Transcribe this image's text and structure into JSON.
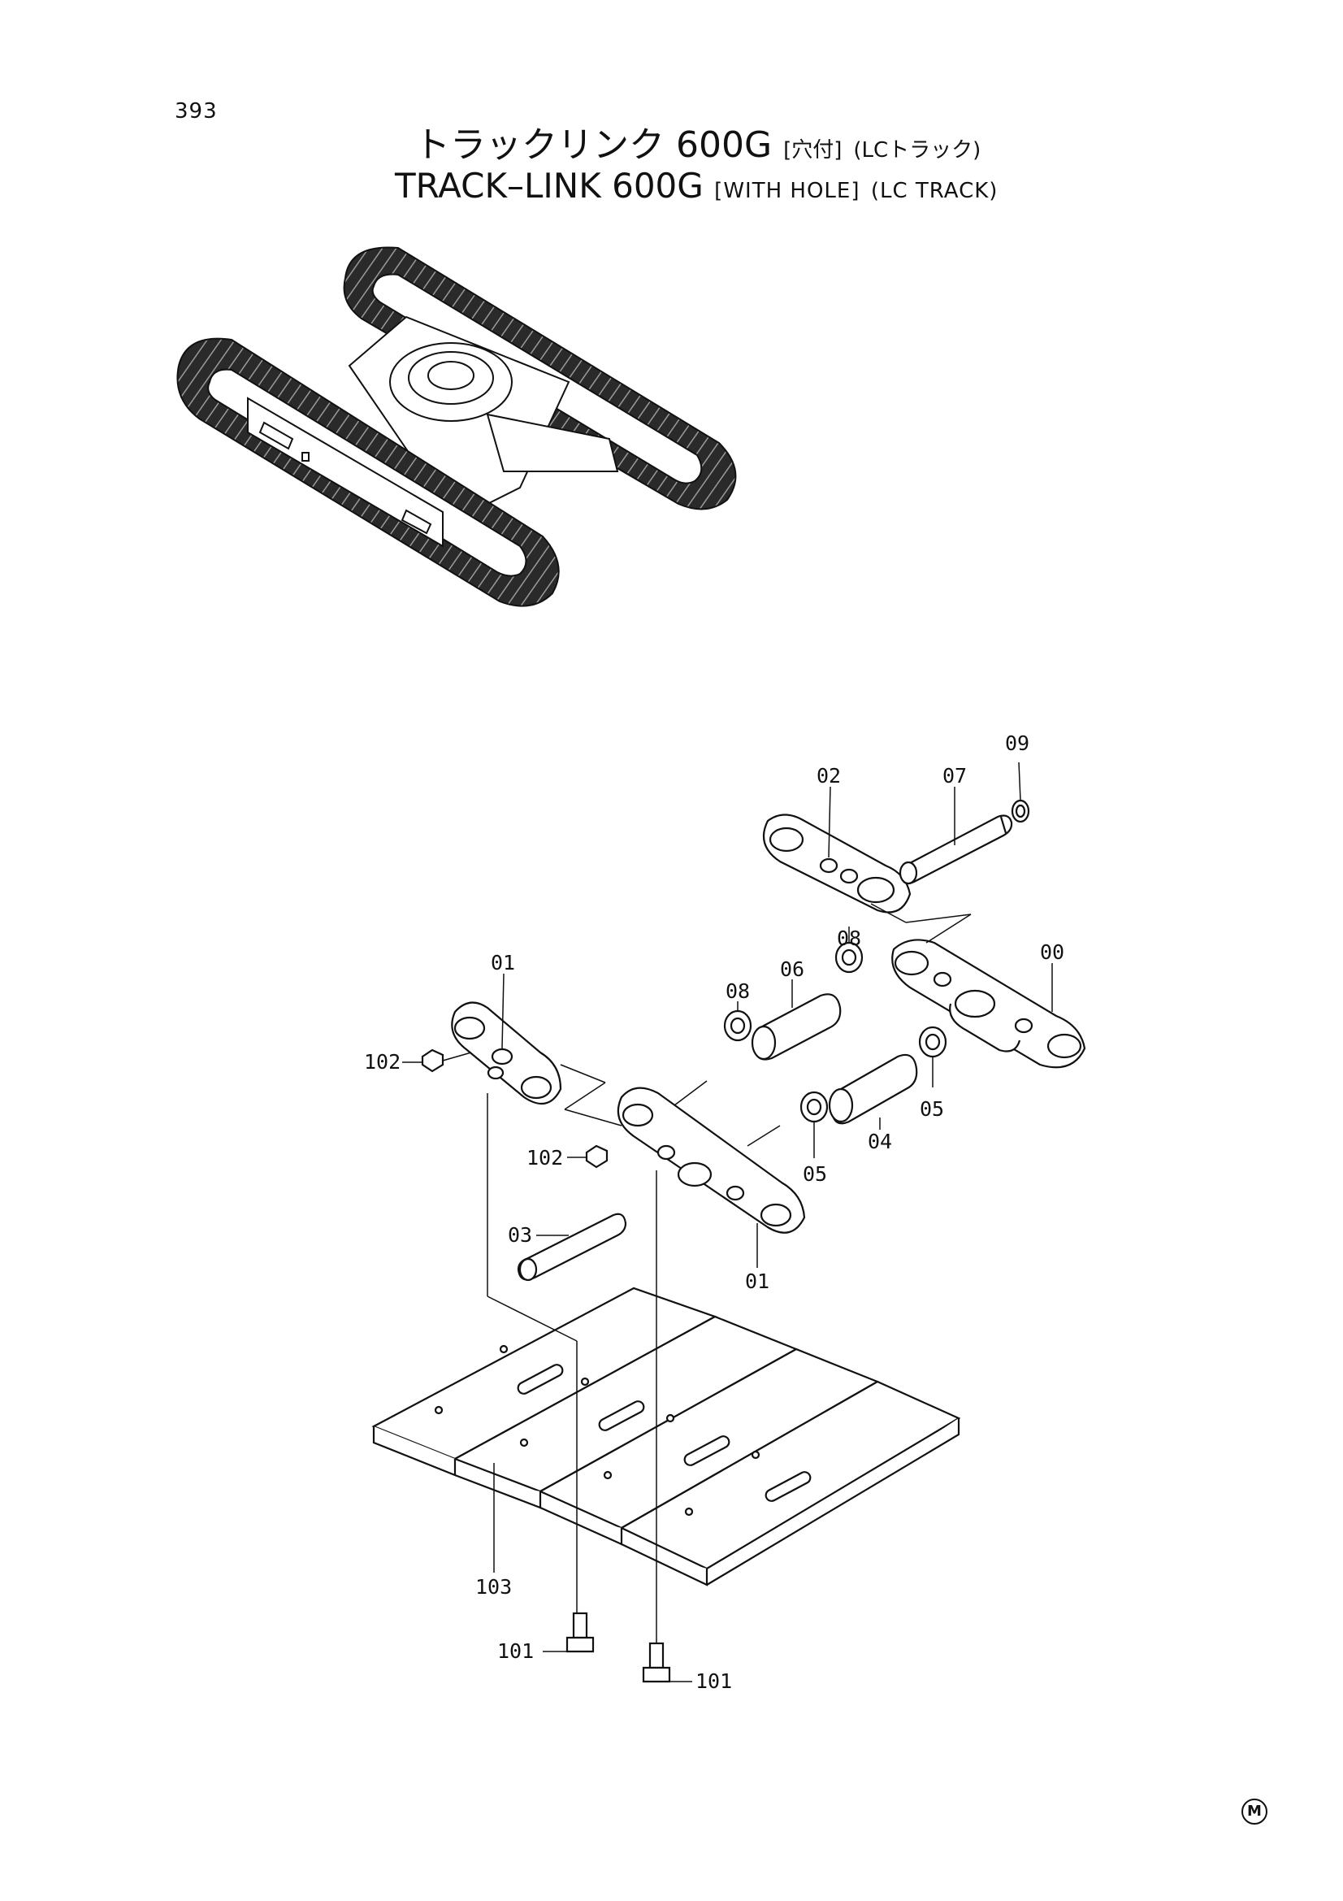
{
  "page_number": "393",
  "title": {
    "jp_main": "トラックリンク 600G",
    "jp_hole": "[穴付]",
    "jp_track": "(LCトラック)",
    "en_main": "TRACK–LINK 600G",
    "en_hole": "[WITH HOLE]",
    "en_track": "(LC TRACK)"
  },
  "callouts": {
    "c09": "09",
    "c02": "02",
    "c07": "07",
    "c08a": "08",
    "c00": "00",
    "c01a": "01",
    "c06": "06",
    "c08b": "08",
    "c102a": "102",
    "c05a": "05",
    "c04": "04",
    "c05b": "05",
    "c102b": "102",
    "c03": "03",
    "c01b": "01",
    "c103": "103",
    "c101a": "101",
    "c101b": "101"
  },
  "footer_mark": "M"
}
